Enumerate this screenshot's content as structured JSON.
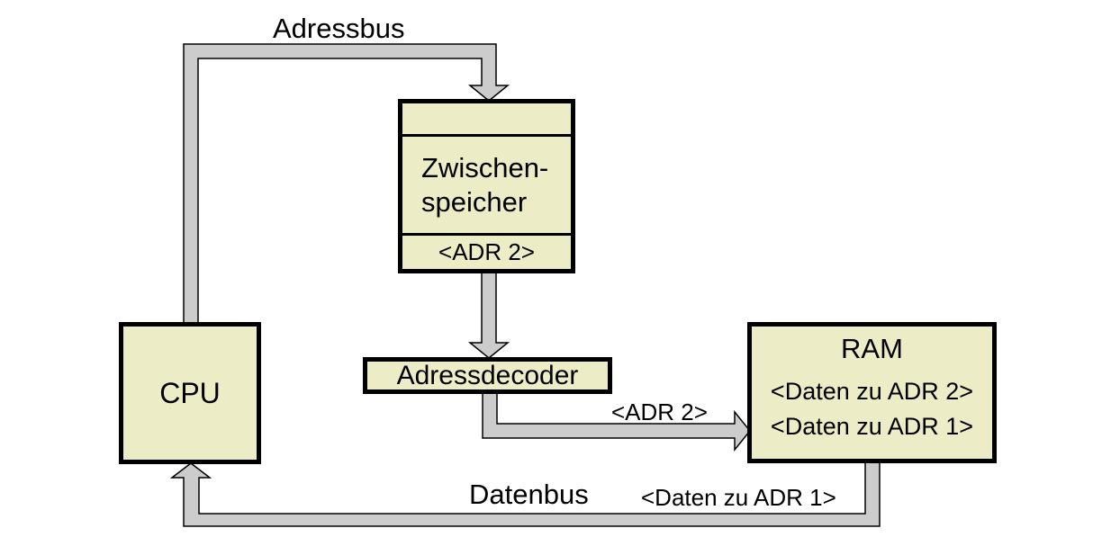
{
  "colors": {
    "background": "#ffffff",
    "box_fill": "#ececc6",
    "box_border": "#000000",
    "bus_fill": "#cccccc",
    "bus_outline": "#000000",
    "text": "#000000"
  },
  "nodes": {
    "cpu": {
      "label": "CPU"
    },
    "zwischenspeicher": {
      "line1": "Zwischen-",
      "line2": "speicher",
      "address_slot": "<ADR 2>"
    },
    "adressdecoder": {
      "label": "Adressdecoder"
    },
    "ram": {
      "label": "RAM",
      "data_row_1": "<Daten zu ADR 2>",
      "data_row_2": "<Daten zu ADR 1>"
    }
  },
  "buses": {
    "adressbus": {
      "label": "Adressbus"
    },
    "datenbus": {
      "label": "Datenbus"
    },
    "adr2_transfer": {
      "label": "<ADR 2>"
    },
    "daten_adr1_transfer": {
      "label": "<Daten zu ADR 1>"
    }
  }
}
